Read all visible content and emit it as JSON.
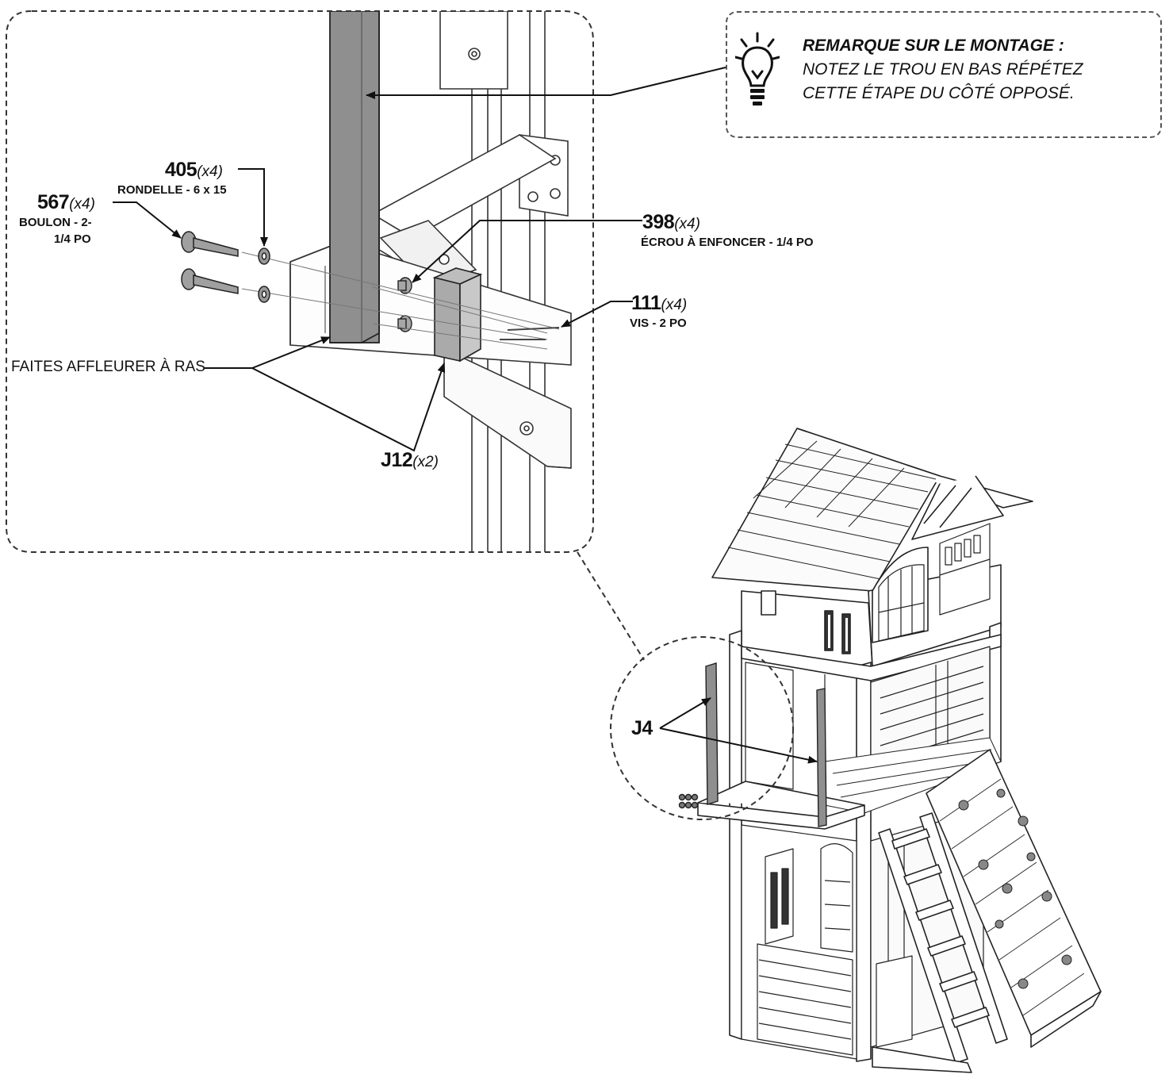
{
  "note": {
    "icon": "lightbulb-icon",
    "title": "REMARQUE SUR LE MONTAGE :",
    "line1": "NOTEZ LE TROU EN BAS RÉPÉTEZ",
    "line2": "CETTE ÉTAPE DU CÔTÉ OPPOSÉ."
  },
  "parts": {
    "p405": {
      "number": "405",
      "qty": "(x4)",
      "desc": "RONDELLE - 6 x 15"
    },
    "p567": {
      "number": "567",
      "qty": "(x4)",
      "desc1": "BOULON - 2-",
      "desc2": "1/4 PO"
    },
    "p398": {
      "number": "398",
      "qty": "(x4)",
      "desc": "ÉCROU À ENFONCER - 1/4 PO"
    },
    "p111": {
      "number": "111",
      "qty": "(x4)",
      "desc": "VIS - 2 PO"
    },
    "j12": {
      "number": "J12",
      "qty": "(x2)"
    },
    "j4": {
      "number": "J4"
    }
  },
  "instructions": {
    "flush": "FAITES AFFLEURER À RAS"
  }
}
